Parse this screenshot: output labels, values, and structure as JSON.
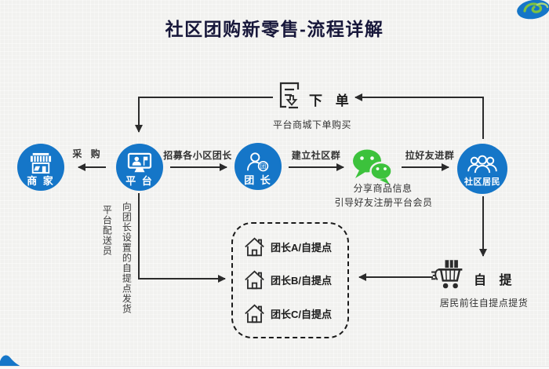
{
  "title": "社区团购新零售-流程详解",
  "nodes": {
    "merchant": {
      "label": "商 家"
    },
    "platform": {
      "label": "平 台"
    },
    "leader": {
      "label": "团 长",
      "badge": "团"
    },
    "residents": {
      "label": "社区居民"
    }
  },
  "flow_labels": {
    "purchase": "采 购",
    "recruit": "招募各小区团长",
    "build_group": "建立社区群",
    "invite": "拉好友进群"
  },
  "order": {
    "label": "下 单",
    "subtitle": "平台商城下单购买"
  },
  "wechat_note": {
    "line1": "分享商品信息",
    "line2": "引导好友注册平台会员"
  },
  "delivery_note": {
    "column1": "向团长设置的自提点发货",
    "column2": "平台配送员"
  },
  "pickup_points": {
    "items": [
      {
        "label": "团长A/自提点"
      },
      {
        "label": "团长B/自提点"
      },
      {
        "label": "团长C/自提点"
      }
    ]
  },
  "pickup": {
    "label": "自 提",
    "subtitle": "居民前往自提点提货"
  },
  "icons": {
    "merchant": "storefront-icon",
    "platform": "monitor-icon",
    "leader": "person-badge-icon",
    "residents": "people-group-icon",
    "wechat": "wechat-icon",
    "order": "order-list-icon",
    "pickup_point": "house-icon",
    "pickup": "shopping-cart-icon"
  },
  "colors": {
    "node_blue": "#1576c8",
    "wechat_green": "#3cc23c",
    "line": "#2b2b2b",
    "title_text": "#17173a",
    "background": "#f1f1ef"
  }
}
